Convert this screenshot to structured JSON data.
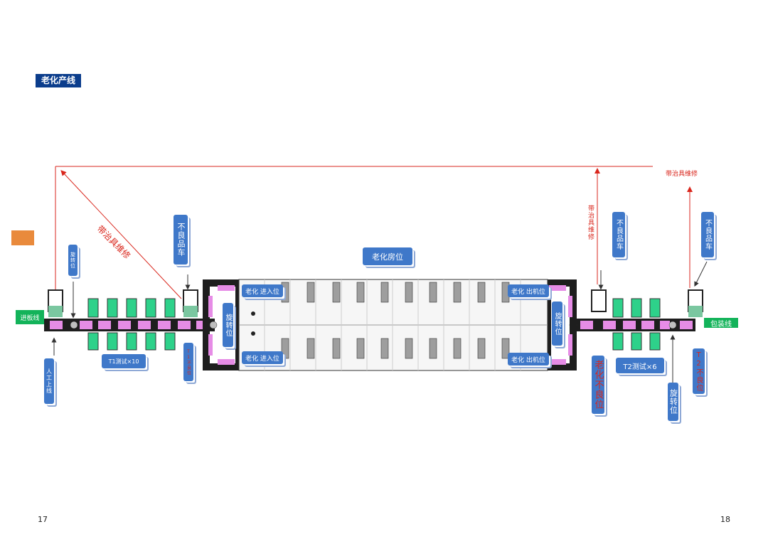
{
  "header": {
    "title": "老化产线"
  },
  "pages": {
    "left": "17",
    "right": "18"
  },
  "labels": {
    "aging_room": "老化房位",
    "aging_in_top": "老化  进入位",
    "aging_in_bottom": "老化  进入位",
    "aging_out_top": "老化  出机位",
    "aging_out_bottom": "老化  出机位",
    "rotate_left": "旋转位",
    "rotate_right": "旋转位",
    "rotate_small": "旋转位",
    "rotate_bottom": "旋转位",
    "reject_cart_left": "不良品车",
    "reject_cart_mid": "不良品车",
    "reject_cart_right": "不良品车",
    "manual_feed": "人工上线",
    "t1_test": "T1测试×10",
    "t1_reject": "T1不良位",
    "t2_test": "T2测试×6",
    "t2_reject": "T2不良位",
    "aging_reject": "老化不良位",
    "fixture_repair_diag": "带治具维修",
    "fixture_repair_vert": "带治具维修",
    "fixture_repair_right": "带治具维修",
    "in_line": "进板线",
    "pack_line": "包装线"
  },
  "colors": {
    "accent_blue": "#3f78c9",
    "title_bg": "#0b3d8c",
    "red_line": "#d9261c",
    "magenta_track": "#e68ce6",
    "green_label": "#13b35a",
    "orange_block": "#e98a3c"
  }
}
